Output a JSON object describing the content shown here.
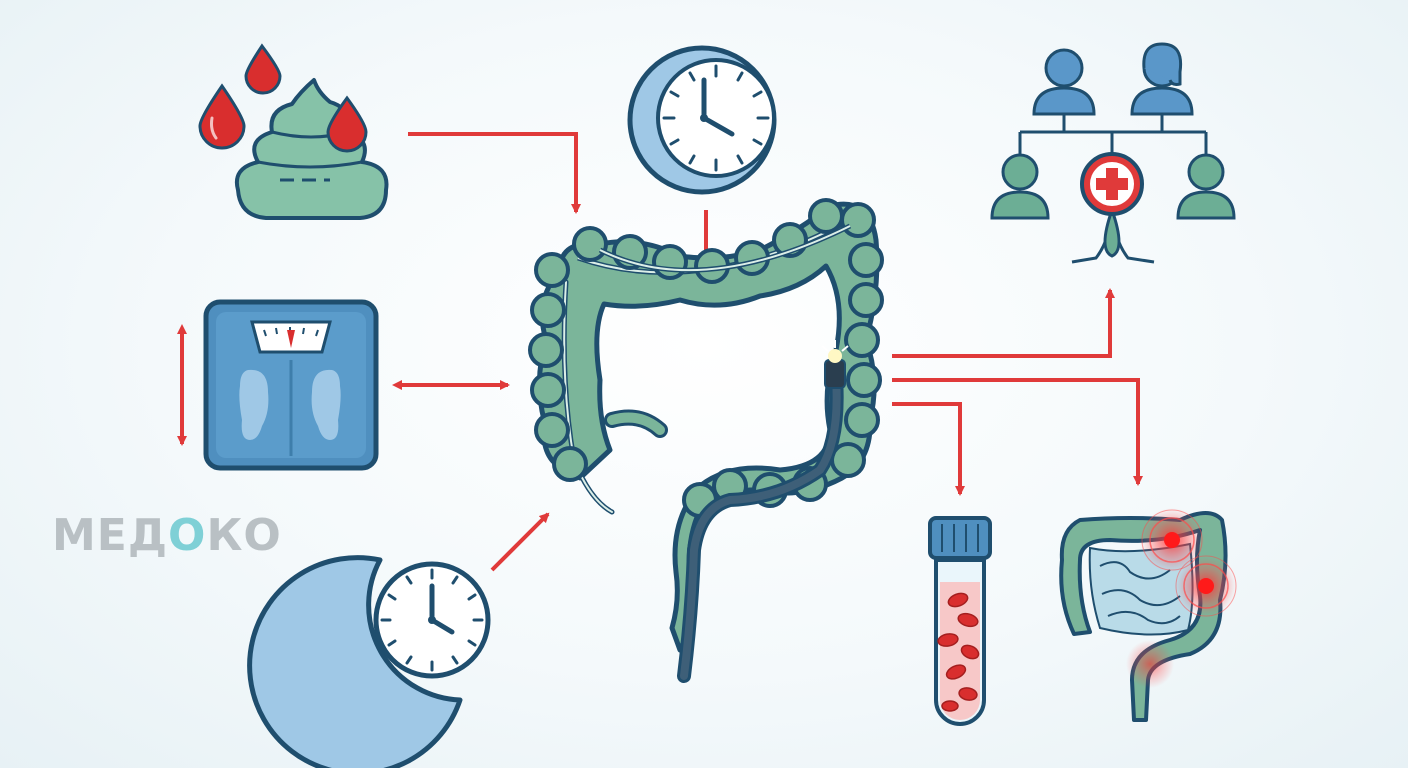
{
  "brand": {
    "text_left": "МЕД",
    "text_o": "О",
    "text_right": "КО",
    "accent_color": "#7fd0d6",
    "gray_color": "#b9c0c4"
  },
  "colors": {
    "outline": "#1f4e6e",
    "colon_green": "#7bb59a",
    "arrow_red": "#e03a3a",
    "blood_red": "#d92e2e",
    "scale_blue": "#4f8fbf",
    "moon_blue": "#9fc8e6",
    "people_teal": "#6cae95",
    "people_blue": "#5a97c9"
  },
  "nodes": [
    {
      "id": "blood-in-stool",
      "icon": "stool-with-blood-drops-icon"
    },
    {
      "id": "duration",
      "icon": "clock-icon"
    },
    {
      "id": "weight-change",
      "icon": "bathroom-scale-icon"
    },
    {
      "id": "night-symptoms",
      "icon": "moon-clock-icon"
    },
    {
      "id": "colon-colonoscopy",
      "icon": "colon-with-endoscope-icon"
    },
    {
      "id": "family-history",
      "icon": "family-tree-medical-icon"
    },
    {
      "id": "blood-test",
      "icon": "blood-test-tube-icon"
    },
    {
      "id": "inflamed-bowel",
      "icon": "inflamed-intestine-icon"
    }
  ]
}
